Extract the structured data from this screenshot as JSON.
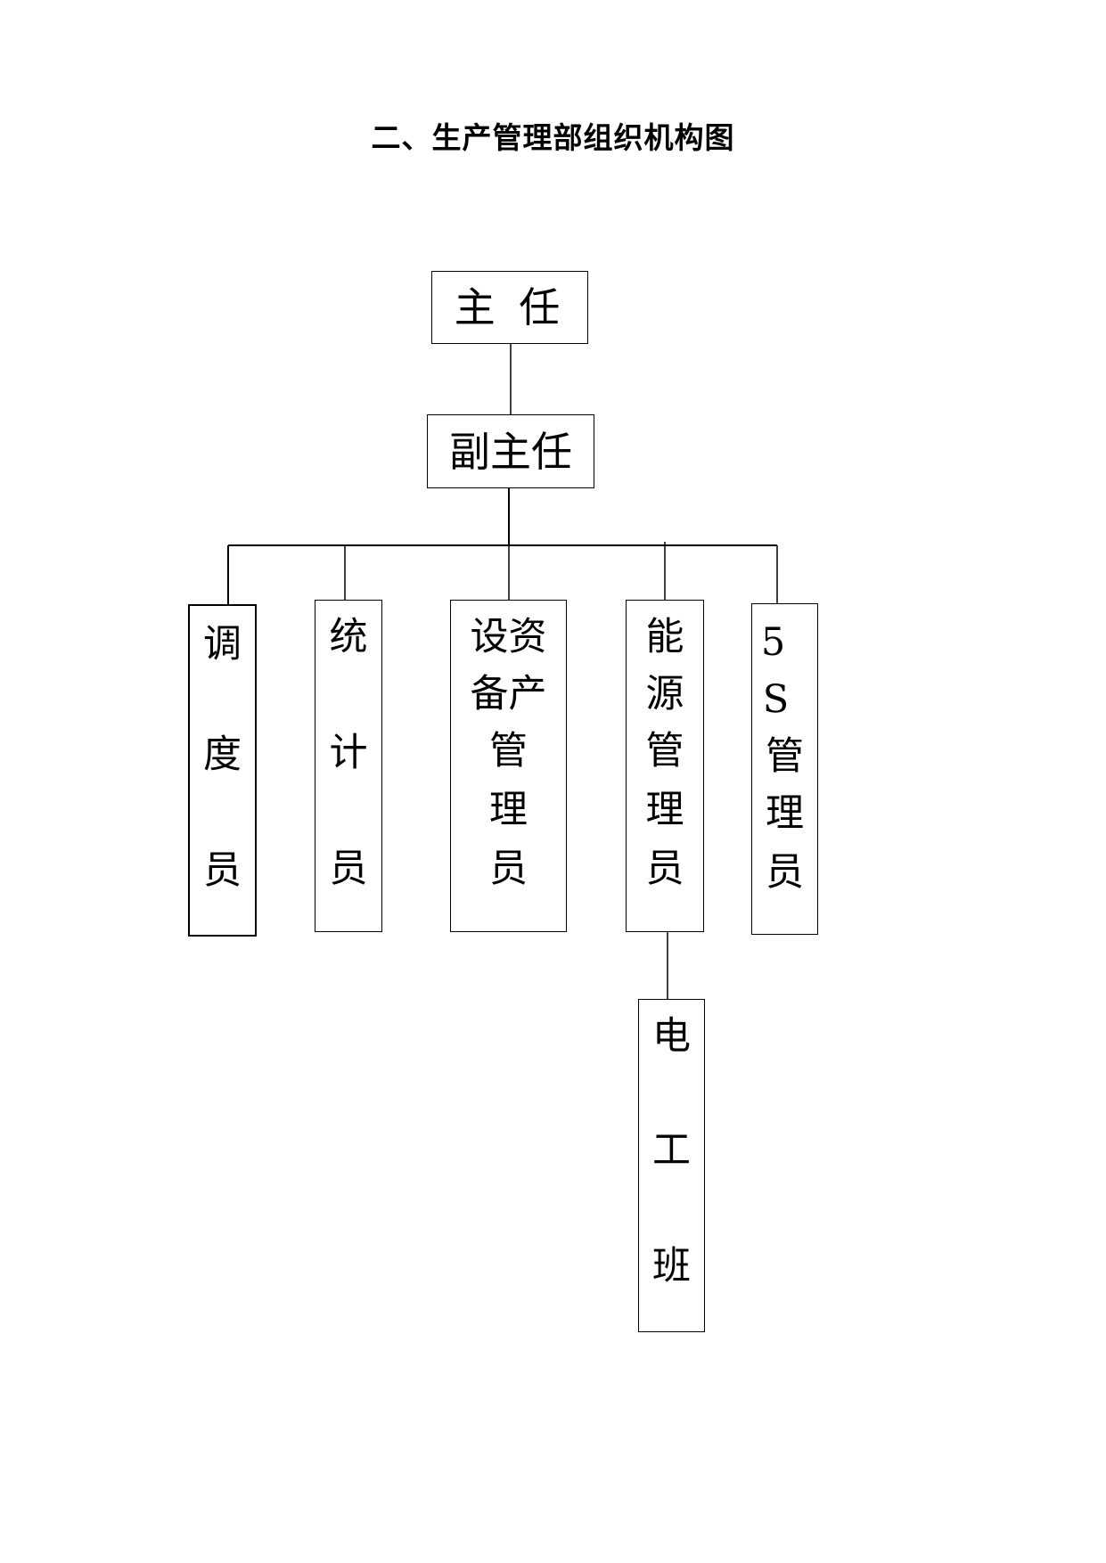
{
  "title": "二、生产管理部组织机构图",
  "nodes": {
    "director": {
      "label": "主 任"
    },
    "deputy_director": {
      "label": "副主任"
    },
    "scheduler": {
      "label": "调度员",
      "lines": [
        "调",
        "度",
        "员"
      ]
    },
    "statistician": {
      "label": "统计员",
      "lines": [
        "统",
        "计",
        "员"
      ]
    },
    "asset_equipment_manager": {
      "label": "设备资产管理员",
      "lines": [
        "设资",
        "备产",
        "管",
        "理",
        "员"
      ]
    },
    "energy_manager": {
      "label": "能源管理员",
      "lines": [
        "能",
        "源",
        "管",
        "理",
        "员"
      ]
    },
    "five_s_manager": {
      "label": "5S管理员",
      "lines": [
        "5",
        "S",
        "管",
        "理",
        "员"
      ]
    },
    "electrician_team": {
      "label": "电工班",
      "lines": [
        "电",
        "工",
        "班"
      ]
    }
  },
  "edges": [
    [
      "director",
      "deputy_director"
    ],
    [
      "deputy_director",
      "scheduler"
    ],
    [
      "deputy_director",
      "statistician"
    ],
    [
      "deputy_director",
      "asset_equipment_manager"
    ],
    [
      "deputy_director",
      "energy_manager"
    ],
    [
      "deputy_director",
      "five_s_manager"
    ],
    [
      "energy_manager",
      "electrician_team"
    ]
  ]
}
